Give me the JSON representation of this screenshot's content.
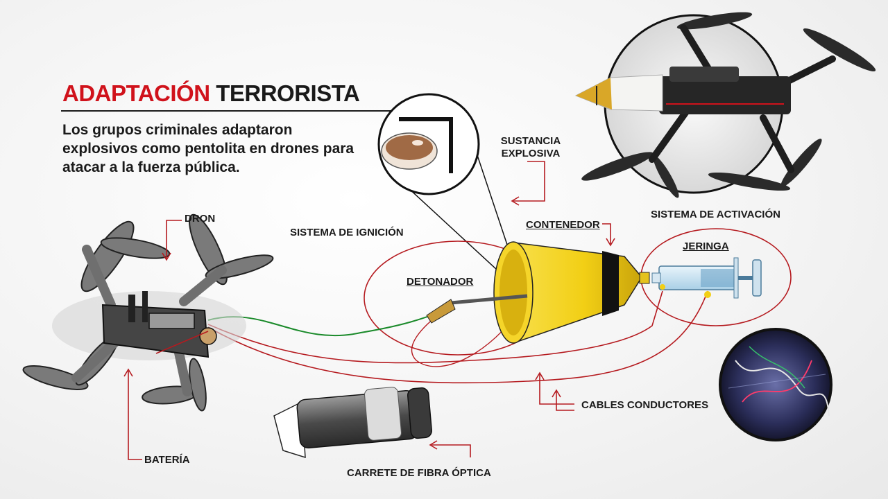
{
  "header": {
    "title_accent": "ADAPTACIÓN",
    "title_rest": "TERRORISTA",
    "subtitle": "Los grupos criminales adaptaron explosivos como pentolita en drones para atacar a la fuerza pública."
  },
  "labels": {
    "dron": "DRON",
    "sistema_ignicion": "SISTEMA DE IGNICIÓN",
    "sustancia_line1": "SUSTANCIA",
    "sustancia_line2": "EXPLOSIVA",
    "contenedor": "CONTENEDOR",
    "sistema_activacion": "SISTEMA DE ACTIVACIÓN",
    "jeringa": "JERINGA",
    "detonador": "DETONADOR",
    "cables_conductores": "CABLES CONDUCTORES",
    "bateria": "BATERÍA",
    "carrete": "CARRETE DE FIBRA ÓPTICA"
  },
  "colors": {
    "accent_red": "#d0121b",
    "text_dark": "#1a1a1a",
    "container_yellow": "#f2cf15",
    "drone_gray": "#6f6f6f"
  }
}
